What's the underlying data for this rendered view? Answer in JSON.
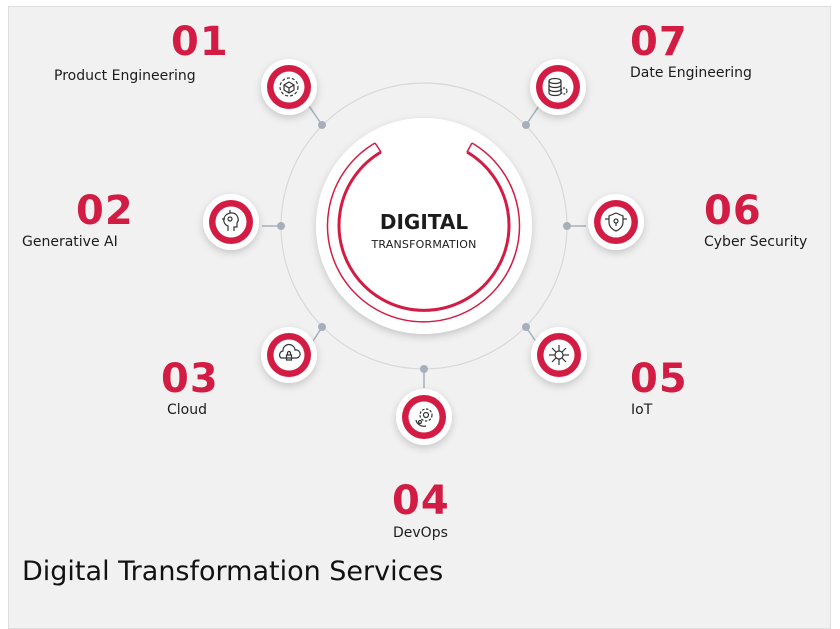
{
  "center": {
    "title": "DIGITAL",
    "subtitle": "TRANSFORMATION"
  },
  "items": [
    {
      "number": "01",
      "label": "Product Engineering",
      "icon": "gear-cube-icon"
    },
    {
      "number": "02",
      "label": "Generative AI",
      "icon": "ai-head-icon"
    },
    {
      "number": "03",
      "label": "Cloud",
      "icon": "cloud-lock-icon"
    },
    {
      "number": "04",
      "label": "DevOps",
      "icon": "devops-gear-icon"
    },
    {
      "number": "05",
      "label": "IoT",
      "icon": "iot-network-icon"
    },
    {
      "number": "06",
      "label": "Cyber Security",
      "icon": "security-shield-icon"
    },
    {
      "number": "07",
      "label": "Date Engineering",
      "icon": "database-gear-icon"
    }
  ],
  "caption": "Digital Transformation Services",
  "colors": {
    "accent": "#d31c43",
    "dot": "#a6b0bb",
    "background": "#f1f1f1"
  }
}
